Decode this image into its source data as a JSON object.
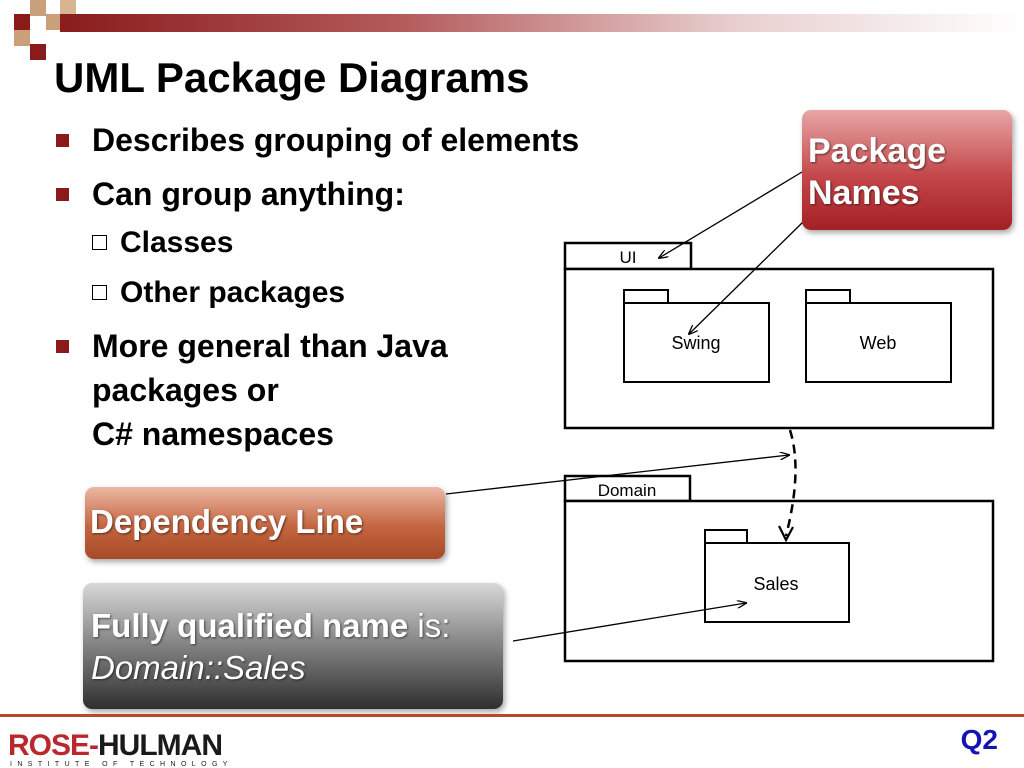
{
  "slide": {
    "title": "UML Package Diagrams",
    "bullets": [
      "Describes grouping of elements",
      "Can group anything:",
      "More general than Java packages or C# namespaces"
    ],
    "sub_bullets": [
      "Classes",
      "Other packages"
    ],
    "bullet3_lines": [
      "More general than Java",
      "packages or",
      "C# namespaces"
    ]
  },
  "callouts": {
    "package_names": [
      "Package",
      "Names"
    ],
    "dependency_line": "Dependency Line",
    "fqn_label": "Fully qualified name",
    "fqn_is": " is:",
    "fqn_value": "Domain::Sales"
  },
  "diagram": {
    "ui_package": "UI",
    "ui_children": [
      "Swing",
      "Web"
    ],
    "domain_package": "Domain",
    "domain_children": [
      "Sales"
    ]
  },
  "footer": {
    "logo_main_1": "ROSE-",
    "logo_main_2": "HULMAN",
    "logo_sub": "INSTITUTE OF TECHNOLOGY",
    "slide_number": "Q2"
  },
  "colors": {
    "accent": "#8b1a1a",
    "package_callout": "#a32024",
    "dependency_callout": "#c4653f",
    "fqn_callout": "#2f2f2f",
    "slide_number": "#1414b4"
  }
}
